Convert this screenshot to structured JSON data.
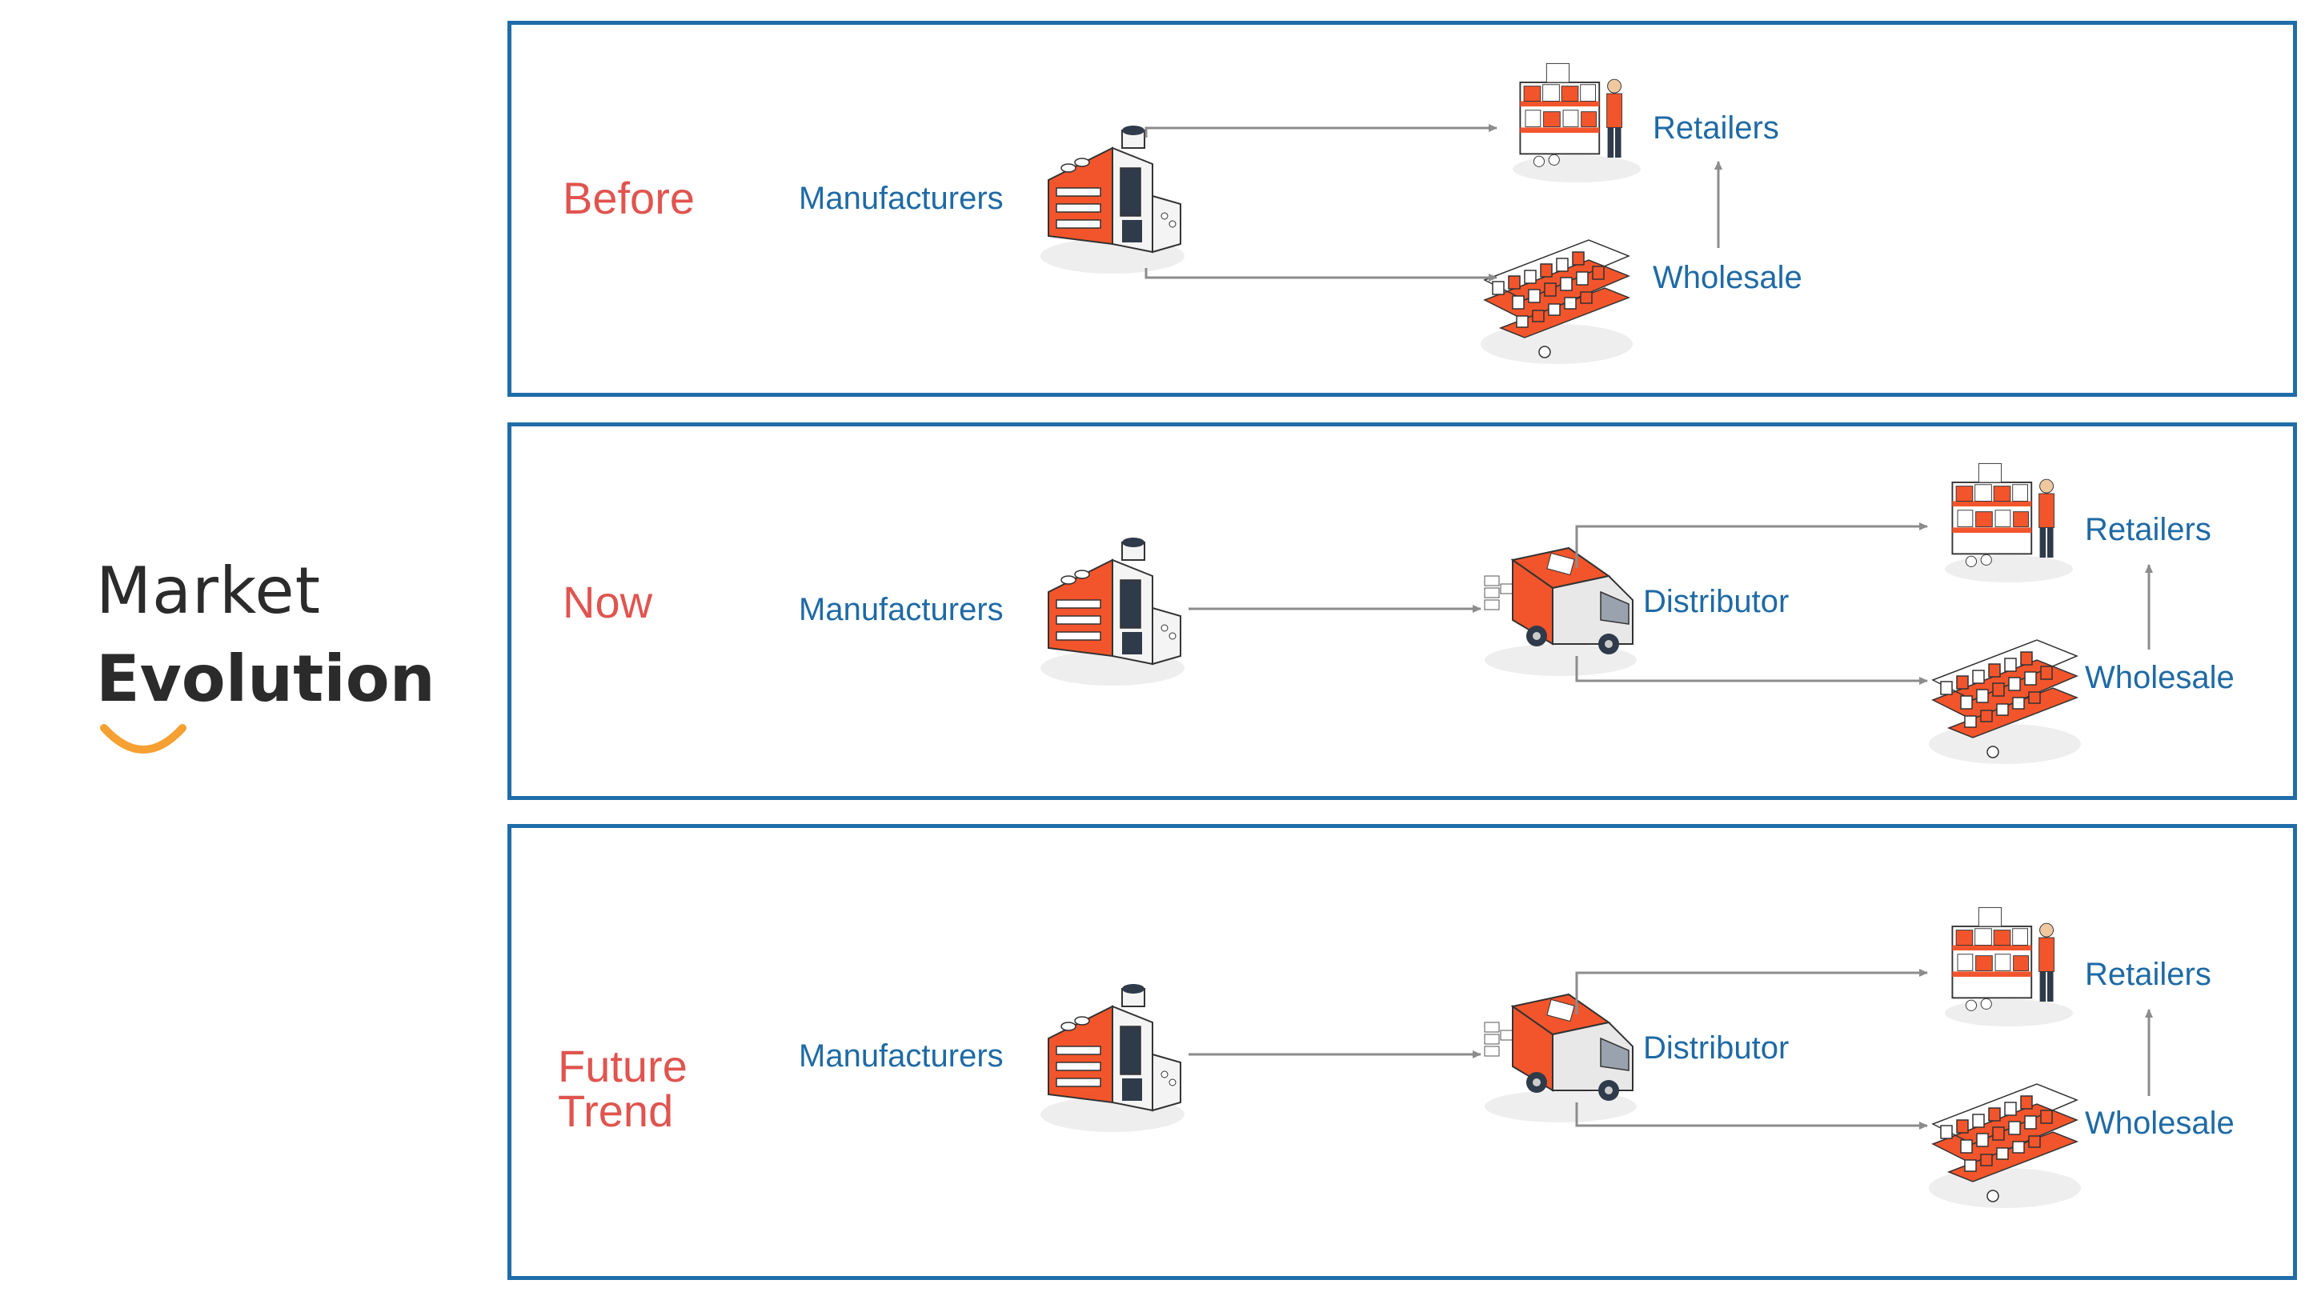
{
  "title": {
    "line1": "Market",
    "line2": "Evolution"
  },
  "colors": {
    "border": "#1f6da8",
    "stage": "#e0544f",
    "label": "#1f6aa5",
    "accent_orange": "#f2552c",
    "smile": "#f5a031",
    "arrow": "#8c8c8c"
  },
  "panels": [
    {
      "stage": "Before",
      "manufacturers": "Manufacturers",
      "retailers": "Retailers",
      "wholesale": "Wholesale"
    },
    {
      "stage": "Now",
      "manufacturers": "Manufacturers",
      "distributor": "Distributor",
      "retailers": "Retailers",
      "wholesale": "Wholesale"
    },
    {
      "stage": "Future Trend",
      "stage_line1": "Future",
      "stage_line2": "Trend",
      "manufacturers": "Manufacturers",
      "distributor": "Distributor",
      "retailers": "Retailers",
      "wholesale": "Wholesale"
    }
  ],
  "icons": [
    "factory-icon",
    "truck-icon",
    "retail-shelf-icon",
    "warehouse-shelves-icon"
  ]
}
